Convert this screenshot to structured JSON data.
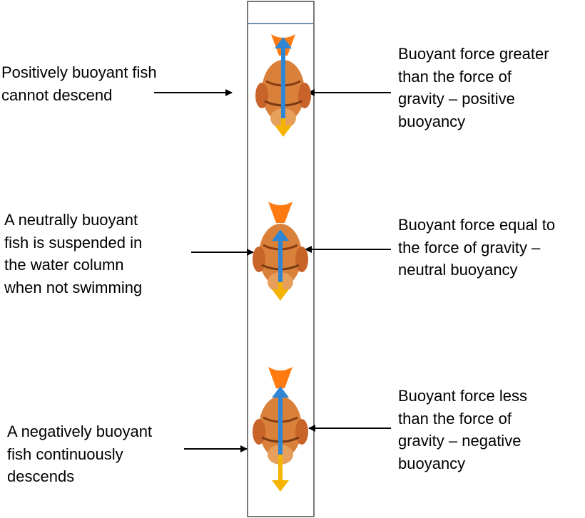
{
  "left_labels": [
    {
      "lines": [
        "Positively buoyant fish",
        "cannot descend"
      ]
    },
    {
      "lines": [
        "A neutrally buoyant",
        "fish is suspended in",
        "the water column",
        "when not swimming"
      ]
    },
    {
      "lines": [
        "A negatively buoyant",
        "fish continuously",
        "descends"
      ]
    }
  ],
  "right_labels": [
    {
      "lines": [
        "Buoyant force greater",
        "than the force of",
        "gravity – positive",
        "buoyancy"
      ]
    },
    {
      "lines": [
        "Buoyant force equal to",
        "the force of gravity –",
        "neutral  buoyancy"
      ]
    },
    {
      "lines": [
        "Buoyant force less",
        "than the force of",
        "gravity – negative",
        "buoyancy"
      ]
    }
  ],
  "colors": {
    "buoyant_arrow": "#2e86d4",
    "gravity_arrow": "#f5b400",
    "fish_body": "#d9803a",
    "fish_tail": "#ff7a10",
    "column_border": "#777777",
    "water_surface": "#6f8fb0",
    "pointer_arrow": "#000000"
  },
  "icons": {
    "fish": "fish-icon",
    "buoyant_force": "up-arrow-icon",
    "gravity_force": "down-arrow-icon"
  }
}
